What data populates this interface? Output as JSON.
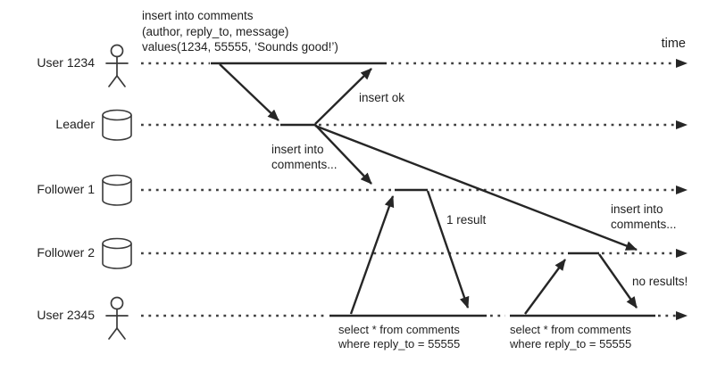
{
  "timeline": {
    "time_label": "time"
  },
  "rows": [
    {
      "label": "User 1234",
      "icon": "person"
    },
    {
      "label": "Leader",
      "icon": "database"
    },
    {
      "label": "Follower 1",
      "icon": "database"
    },
    {
      "label": "Follower 2",
      "icon": "database"
    },
    {
      "label": "User 2345",
      "icon": "person"
    }
  ],
  "messages": {
    "insert_query": "insert into comments\n(author, reply_to, message)\nvalues(1234, 55555, ‘Sounds good!’)",
    "insert_ok": "insert ok",
    "replicate_to_follower1": "insert into\ncomments...",
    "replicate_to_follower2": "insert into\ncomments...",
    "one_result": "1 result",
    "no_results": "no results!",
    "select_query_follower1": "select * from comments\nwhere reply_to = 55555",
    "select_query_follower2": "select * from comments\nwhere reply_to = 55555"
  },
  "colors": {
    "background": "#ffffff",
    "line": "#262626",
    "dash": "#404040",
    "text": "#1f1f1f"
  }
}
